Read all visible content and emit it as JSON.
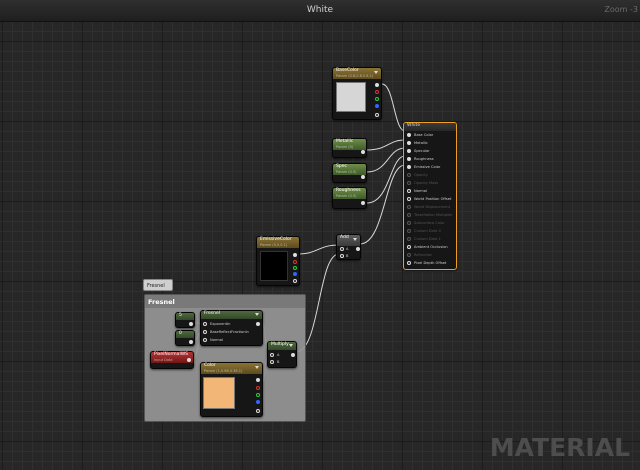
{
  "window": {
    "title": "White",
    "zoom": "Zoom -3"
  },
  "watermark": "MATERIAL",
  "nodes": {
    "base_color": {
      "title": "BaseColor",
      "sub": "Param (0.8,0.8,0.8,1)",
      "swatch": "#d6d6d6"
    },
    "metallic": {
      "title": "Metallic",
      "sub": "Param (0)"
    },
    "spec": {
      "title": "Spec",
      "sub": "Param (0.5)"
    },
    "roughness": {
      "title": "Roughness",
      "sub": "Param (0.5)"
    },
    "emissive_color": {
      "title": "EmissiveColor",
      "sub": "Param (0,0,0,1)",
      "swatch": "#000000"
    },
    "add": {
      "title": "Add",
      "pins": [
        "A",
        "B"
      ]
    },
    "main": {
      "title": "White",
      "inputs": [
        {
          "label": "Base Color",
          "dim": false
        },
        {
          "label": "Metallic",
          "dim": false
        },
        {
          "label": "Specular",
          "dim": false
        },
        {
          "label": "Roughness",
          "dim": false
        },
        {
          "label": "Emissive Color",
          "dim": false
        },
        {
          "label": "Opacity",
          "dim": true
        },
        {
          "label": "Opacity Mask",
          "dim": true
        },
        {
          "label": "Normal",
          "dim": false
        },
        {
          "label": "World Position Offset",
          "dim": false
        },
        {
          "label": "World Displacement",
          "dim": true
        },
        {
          "label": "Tessellation Multiplier",
          "dim": true
        },
        {
          "label": "Subsurface Color",
          "dim": true
        },
        {
          "label": "Custom Data 0",
          "dim": true
        },
        {
          "label": "Custom Data 1",
          "dim": true
        },
        {
          "label": "Ambient Occlusion",
          "dim": false
        },
        {
          "label": "Refraction",
          "dim": true
        },
        {
          "label": "Pixel Depth Offset",
          "dim": false
        }
      ]
    },
    "fresnel_group": {
      "title": "Fresnel",
      "tab": "Fresnel"
    },
    "const_5": {
      "title": "5"
    },
    "const_0": {
      "title": "0"
    },
    "fresnel": {
      "title": "Fresnel",
      "pins": [
        "ExponentIn",
        "BaseReflectFractionIn",
        "Normal"
      ]
    },
    "pixel_normal": {
      "title": "PixelNormalWS",
      "sub": "Input Data"
    },
    "multiply": {
      "title": "Multiply",
      "pins": [
        "A",
        "B"
      ]
    },
    "color": {
      "title": "Color",
      "sub": "Param (1,0.68,0.38,1)",
      "swatch": "#f2b676"
    }
  },
  "colors": {
    "selected_outline": "#f0a020",
    "param_header": "#8a7435",
    "scalar_header": "#6f8e4a",
    "input_header": "#b73434"
  }
}
